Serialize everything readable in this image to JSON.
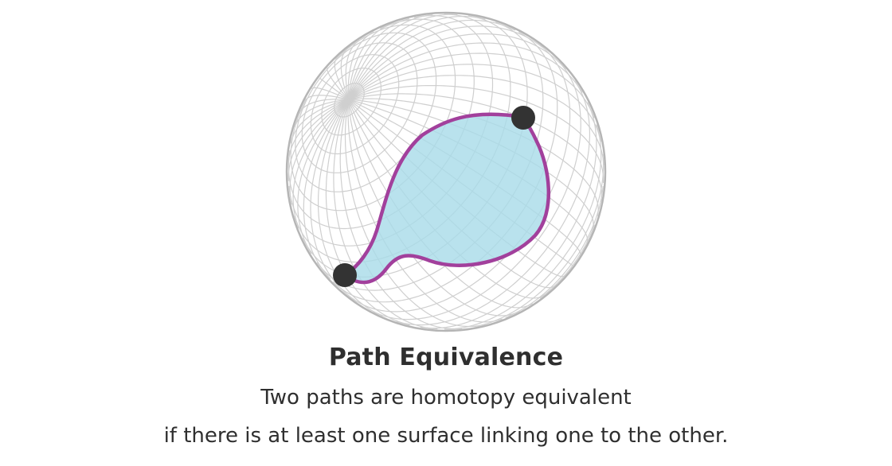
{
  "title": "Path Equivalence",
  "description_line1": "Two paths are homotopy equivalent",
  "description_line2": "if there is at least one surface linking one to the other.",
  "colors": {
    "sphere_outline": "#b5b5b5",
    "grid_lines": "#cfcfcf",
    "surface_fill": "#a8dbe8",
    "path_stroke": "#a2409c",
    "endpoint_fill": "#333333",
    "text": "#2f2f2f"
  }
}
